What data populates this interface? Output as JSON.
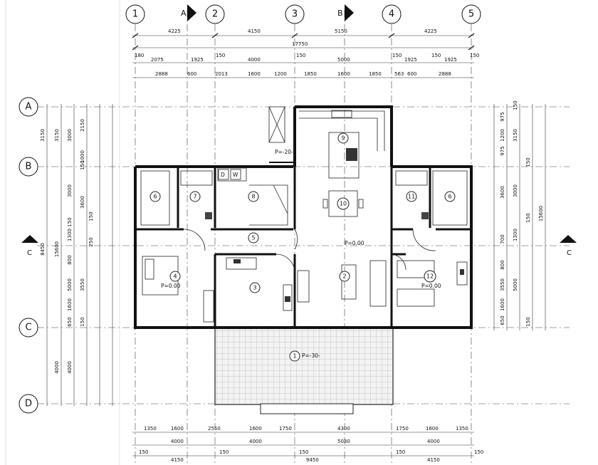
{
  "grid": {
    "columns": [
      "1",
      "2",
      "3",
      "4",
      "5"
    ],
    "rows": [
      "A",
      "B",
      "C",
      "D"
    ]
  },
  "section_marks": {
    "a": "A",
    "b": "B",
    "c_left": "C",
    "c_right": "C"
  },
  "top_dims": {
    "row1": [
      "4225",
      "4150",
      "5150",
      "4225"
    ],
    "total": "17750",
    "row3": [
      "180",
      "2075",
      "1925",
      "150",
      "4000",
      "150",
      "5000",
      "150",
      "1925",
      "150",
      "1925",
      "150"
    ],
    "row4": [
      "2888",
      "600",
      "2013",
      "1600",
      "1200",
      "1850",
      "1600",
      "1850",
      "563",
      "600",
      "2888"
    ]
  },
  "bottom_dims": {
    "row1": [
      "1350",
      "1600",
      "2550",
      "1600",
      "1750",
      "4300",
      "1750",
      "1600",
      "1350"
    ],
    "row2": [
      "4000",
      "4000",
      "5030",
      "4000"
    ],
    "row3": [
      "150",
      "4150",
      "150",
      "150",
      "9450",
      "150",
      "4150",
      "150"
    ]
  },
  "left_dims": [
    "3150",
    "3150",
    "3000",
    "2150",
    "1000",
    "150",
    "3000",
    "3600",
    "150",
    "1300",
    "5000",
    "3550",
    "800",
    "1600",
    "650",
    "150",
    "8450",
    "15600",
    "4000",
    "4000",
    "150",
    "250"
  ],
  "right_dims": [
    "150",
    "975",
    "1200",
    "975",
    "3150",
    "150",
    "3000",
    "3600",
    "15600",
    "150",
    "1300",
    "700",
    "5000",
    "3550",
    "800",
    "1600",
    "650",
    "150"
  ],
  "rooms": {
    "r1": "1",
    "r2": "2",
    "r3": "3",
    "r4": "4",
    "r5": "5",
    "r6a": "6",
    "r6b": "6",
    "r7": "7",
    "r8": "8",
    "r9": "9",
    "r10": "10",
    "r11": "11",
    "r12": "12"
  },
  "levels": {
    "terrace": "P=-30-",
    "entry": "P=-20-",
    "hall": "P=0.00",
    "bed4": "P=0.00",
    "bed12": "P=0.00"
  },
  "appliances": {
    "d": "D",
    "w": "W"
  }
}
